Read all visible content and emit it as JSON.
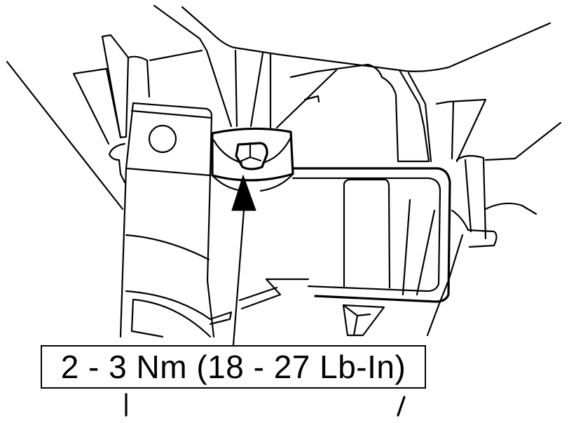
{
  "diagram": {
    "type": "technical-line-drawing",
    "subject": "bolt location on bracket/housing assembly",
    "callout": {
      "label": "2 - 3 Nm (18 - 27 Lb-In)",
      "target": "bolt (indicated by arrow)"
    },
    "colors": {
      "line": "#000000",
      "background": "#ffffff"
    }
  }
}
